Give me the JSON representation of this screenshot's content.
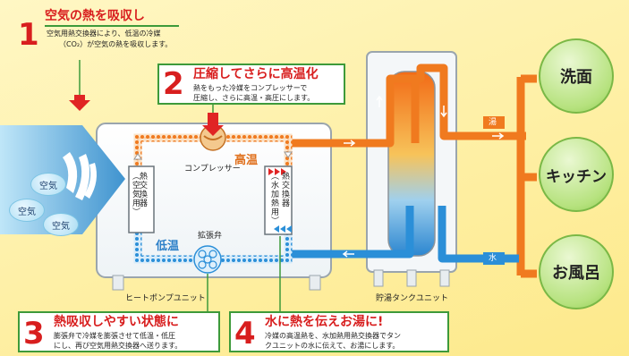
{
  "colors": {
    "background": "#fde98a",
    "hot": "#f07a1f",
    "cold": "#2b8fd8",
    "step_number": "#d81e1e",
    "step_border": "#3d9a3a",
    "destination": "#b6e27e"
  },
  "steps": [
    {
      "number": "1",
      "title": "空気の熱を吸収し",
      "lines": [
        "空気用熱交換器により、低温の冷媒",
        "（CO₂）が空気の熱を吸収します。"
      ]
    },
    {
      "number": "2",
      "title": "圧縮してさらに高温化",
      "lines": [
        "熱をもった冷媒をコンプレッサーで",
        "圧縮し、さらに高温・高圧にします。"
      ]
    },
    {
      "number": "3",
      "title": "熱吸収しやすい状態に",
      "lines": [
        "膨張弁で冷媒を膨張させて低温・低圧",
        "にし、再び空気用熱交換器へ送ります。"
      ]
    },
    {
      "number": "4",
      "title": "水に熱を伝えお湯に!",
      "lines": [
        "冷媒の高温熱を、水加熱用熱交換器でタン",
        "クユニットの水に伝えて、お湯にします。"
      ]
    }
  ],
  "air_labels": [
    "空気",
    "空気",
    "空気"
  ],
  "heat_pump": {
    "label": "ヒートポンプユニット",
    "compressor": "コンプレッサー",
    "expansion_valve": "拡張弁",
    "high_temp": "高温",
    "low_temp": "低温",
    "air_exchanger": [
      "熱交換器",
      "（空気用）"
    ],
    "water_exchanger": [
      "熱交換器",
      "（水加熱用）"
    ]
  },
  "tank": {
    "label": "貯湯タンクユニット"
  },
  "tags": {
    "hot_water": "湯",
    "water": "水"
  },
  "destinations": [
    "洗面",
    "キッチン",
    "お風呂"
  ]
}
